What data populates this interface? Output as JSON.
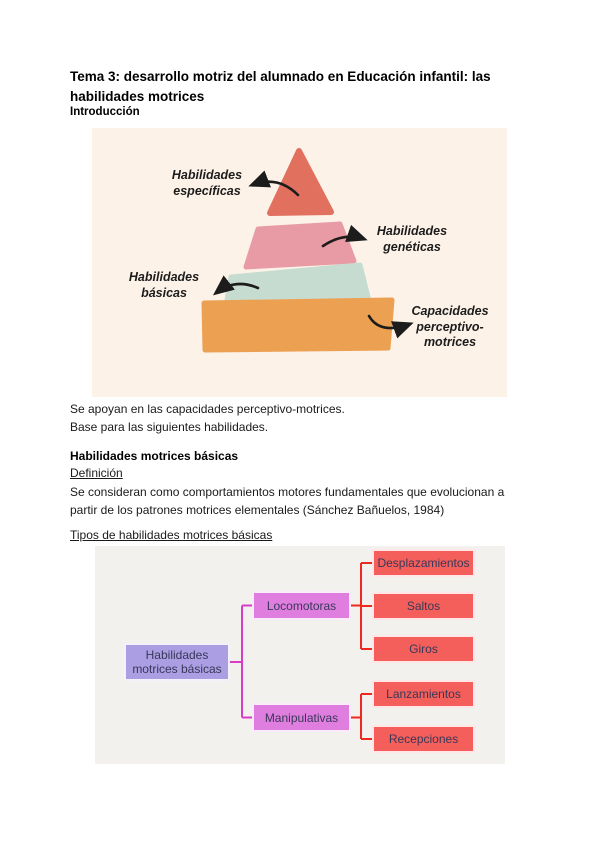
{
  "page": {
    "title_lines": [
      "Tema 3: desarrollo motriz del alumnado en Educación infantil: las",
      "habilidades motrices"
    ],
    "intro_heading": "Introducción",
    "after_pyramid_lines": [
      "Se apoyan en las capacidades perceptivo-motrices.",
      "Base para las siguientes habilidades."
    ],
    "section_heading": "Habilidades motrices básicas",
    "definition_label": "Definición",
    "definition_lines": [
      "Se consideran como comportamientos motores fundamentales que evolucionan a",
      "partir de los patrones motrices elementales (Sánchez Bañuelos, 1984)"
    ],
    "types_heading": "Tipos de habilidades motrices básicas"
  },
  "pyramid": {
    "background": "#fcf2e8",
    "levels": [
      {
        "label": "Habilidades específicas",
        "color": "#e1705f"
      },
      {
        "label": "Habilidades genéticas",
        "color": "#e89ba4"
      },
      {
        "label": "Habilidades básicas",
        "color": "#c7dcd1"
      },
      {
        "label": "Capacidades perceptivo- motrices",
        "color": "#eca052"
      }
    ],
    "arrow_color": "#1c1c1c"
  },
  "flowchart": {
    "background": "#f2f1ed",
    "root": {
      "label": "Habilidades motrices básicas",
      "color": "#ab9ee3"
    },
    "branches": [
      {
        "label": "Locomotoras",
        "color": "#e07ee0",
        "children": [
          "Desplazamientos",
          "Saltos",
          "Giros"
        ]
      },
      {
        "label": "Manipulativas",
        "color": "#e07ee0",
        "children": [
          "Lanzamientos",
          "Recepciones"
        ]
      }
    ],
    "child_color": "#f45f5b",
    "connector_color_level1": "#d93cc6",
    "connector_color_level2": "#ee2a20",
    "box_text_color": "#383858"
  }
}
